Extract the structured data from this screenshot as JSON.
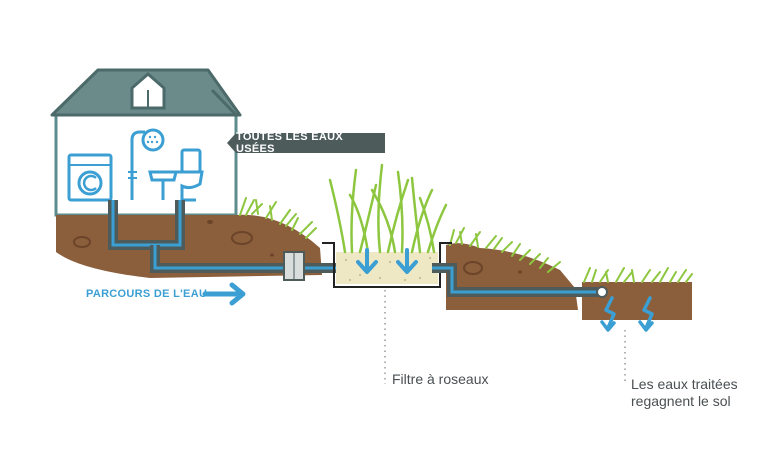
{
  "labels": {
    "wastewater": "TOUTES LES EAUX USÉES",
    "water_path": "PARCOURS DE L'EAU",
    "reed_filter": "Filtre à roseaux",
    "treated_line1": "Les eaux traitées",
    "treated_line2": "regagnent le sol"
  },
  "colors": {
    "house_outline": "#4d7f7e",
    "roof": "#6b8a8a",
    "soil": "#8b5e3c",
    "grass": "#8dc63f",
    "water": "#3b9fd3",
    "pipe": "#4d5b5b",
    "filter_sand": "#eee9c4"
  },
  "icons": [
    "washing-machine-icon",
    "shower-icon",
    "sink-icon",
    "toilet-icon",
    "down-arrow-icon",
    "zigzag-arrow-icon"
  ]
}
